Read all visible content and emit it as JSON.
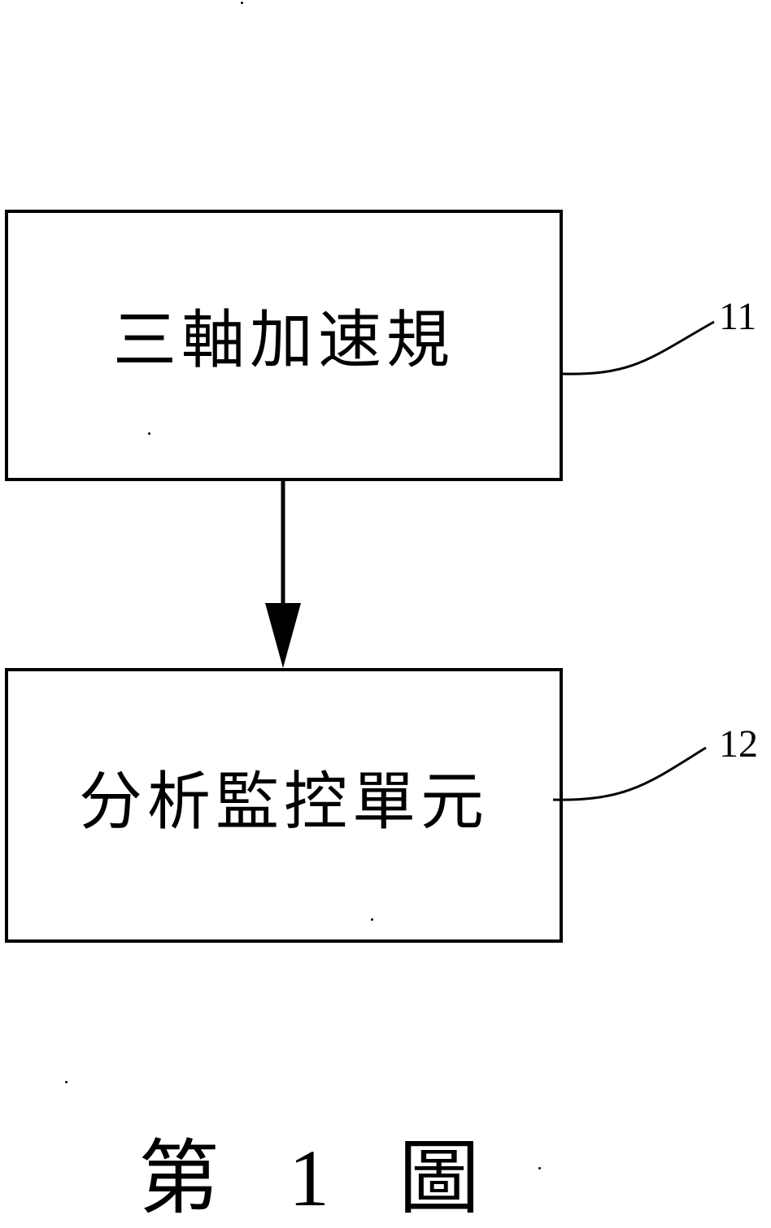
{
  "diagram": {
    "blocks": [
      {
        "id": "11",
        "label": "三軸加速規",
        "ref": "11"
      },
      {
        "id": "12",
        "label": "分析監控單元",
        "ref": "12"
      }
    ],
    "edges": [
      {
        "from": "11",
        "to": "12",
        "type": "arrow"
      }
    ]
  },
  "caption": {
    "prefix": "第",
    "number": "1",
    "suffix": "圖"
  },
  "colors": {
    "line": "#000000",
    "background": "#ffffff"
  }
}
